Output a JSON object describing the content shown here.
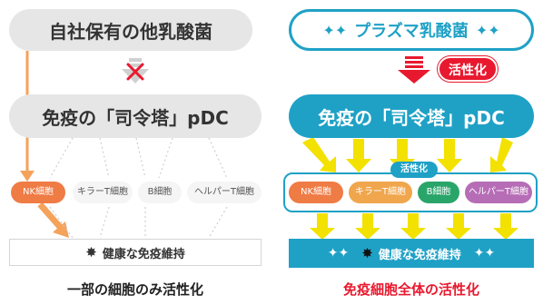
{
  "left": {
    "top_label": "自社保有の他乳酸菌",
    "pdc_label": "免疫の「司令塔」pDC",
    "cells": [
      "NK細胞",
      "キラーT細胞",
      "B細胞",
      "ヘルパーT細胞"
    ],
    "bottom_label": "健康な免疫維持",
    "caption": "一部の細胞のみ活性化"
  },
  "right": {
    "top_label": "プラズマ乳酸菌",
    "activate_badge": "活性化",
    "pdc_label": "免疫の「司令塔」pDC",
    "group_label": "活性化",
    "cells": [
      "NK細胞",
      "キラーT細胞",
      "B細胞",
      "ヘルパーT細胞"
    ],
    "bottom_label": "健康な免疫維持",
    "caption": "免疫細胞全体の活性化"
  },
  "colors": {
    "teal": "#1fa1c6",
    "orange": "#f29a4a",
    "yellow": "#f3e100",
    "red": "#e8192f",
    "gray": "#e6e6e6",
    "nk": "#ef7b45",
    "killer_t": "#f0a64d",
    "b_cell": "#2aa56a",
    "helper_t": "#b66db6"
  }
}
